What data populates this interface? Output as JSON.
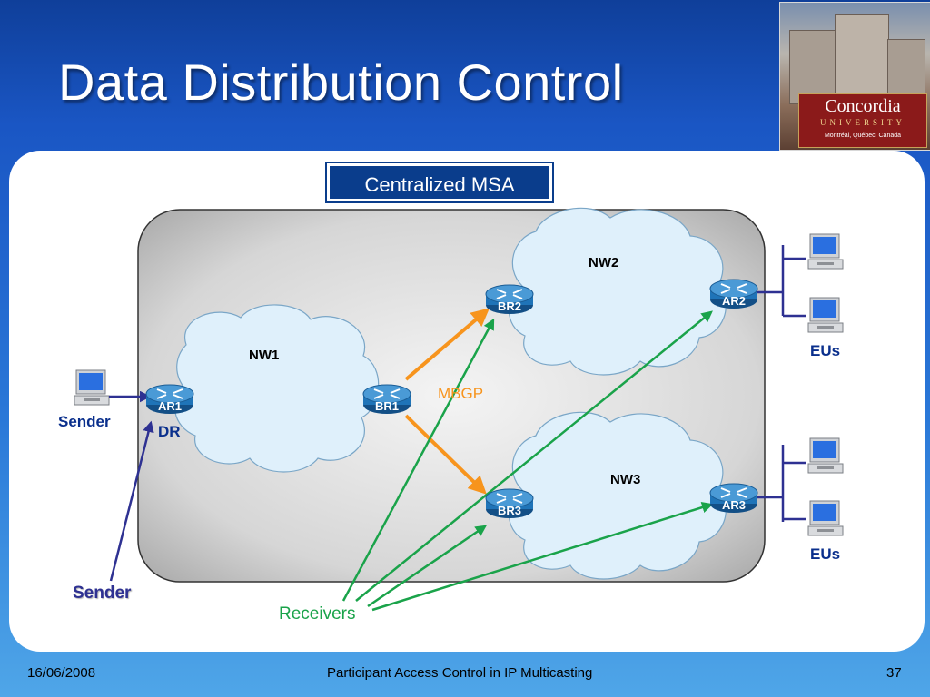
{
  "slide": {
    "title": "Data Distribution Control",
    "badge": "Centralized MSA"
  },
  "logo": {
    "name": "Concordia",
    "university": "UNIVERSITY",
    "city": "Montréal, Québec, Canada"
  },
  "networks": {
    "nw1": "NW1",
    "nw2": "NW2",
    "nw3": "NW3"
  },
  "routers": {
    "ar1": "AR1",
    "br1": "BR1",
    "br2": "BR2",
    "br3": "BR3",
    "ar2": "AR2",
    "ar3": "AR3"
  },
  "labels": {
    "mbgp": "MBGP",
    "dr": "DR",
    "sender_top": "Sender",
    "sender_bottom": "Sender",
    "receivers": "Receivers",
    "eus_top": "EUs",
    "eus_bottom": "EUs"
  },
  "footer": {
    "date": "16/06/2008",
    "center": "Participant Access Control in IP Multicasting",
    "page": "37"
  },
  "colors": {
    "router": "#1f74b8",
    "mbgp_arrow": "#f7941d",
    "receiver_arrow": "#1aa34a",
    "sender_arrow": "#2e3192",
    "label_blue": "#0a2f8c"
  }
}
